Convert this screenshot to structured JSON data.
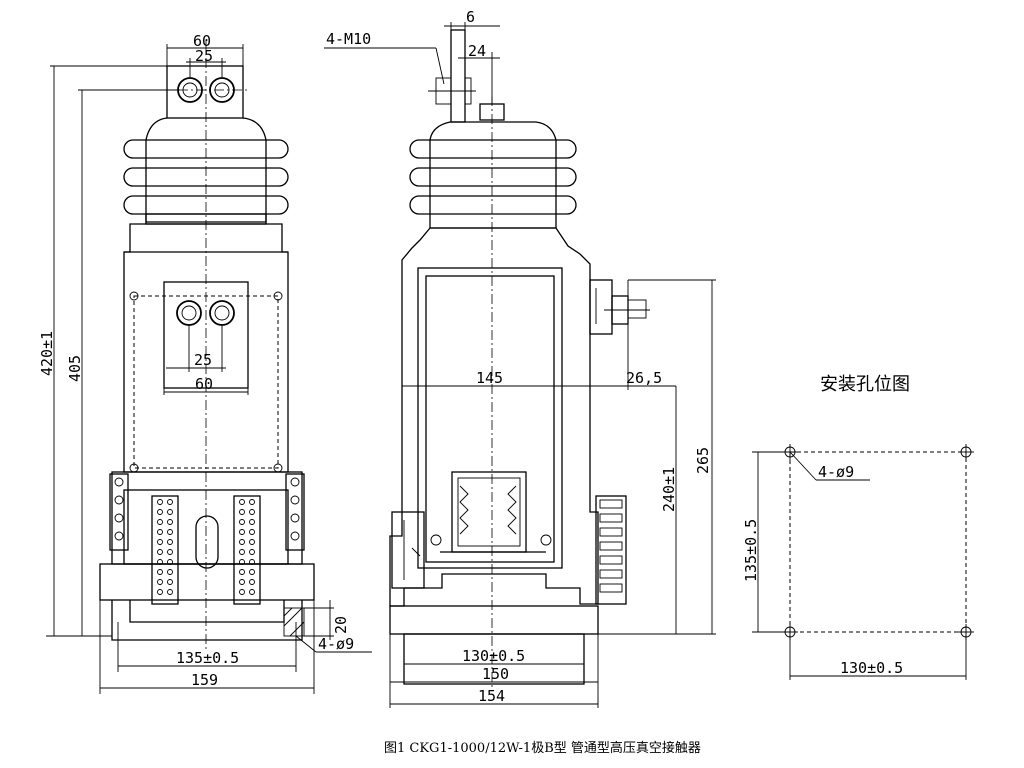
{
  "front_view": {
    "top_width": "60",
    "top_spacing": "25",
    "height_total": "420±1",
    "height_terminal": "405",
    "mid_spacing": "25",
    "mid_width": "60",
    "mount_spacing": "135±0.5",
    "base_width": "159",
    "hole_callout": "4-ø9",
    "base_height": "20"
  },
  "side_view": {
    "bolt_callout": "4-M10",
    "plate_thickness": "6",
    "bolt_offset": "24",
    "inner_width": "145",
    "side_offset": "26,5",
    "height_mid": "240±1",
    "height_total": "265",
    "mount_spacing": "130±0.5",
    "base_width": "150",
    "overall_width": "154"
  },
  "hole_layout": {
    "title": "安装孔位图",
    "hole_callout": "4-ø9",
    "vertical_spacing": "135±0.5",
    "horizontal_spacing": "130±0.5"
  },
  "caption": "图1 CKG1-1000/12W-1极B型 管通型高压真空接触器"
}
